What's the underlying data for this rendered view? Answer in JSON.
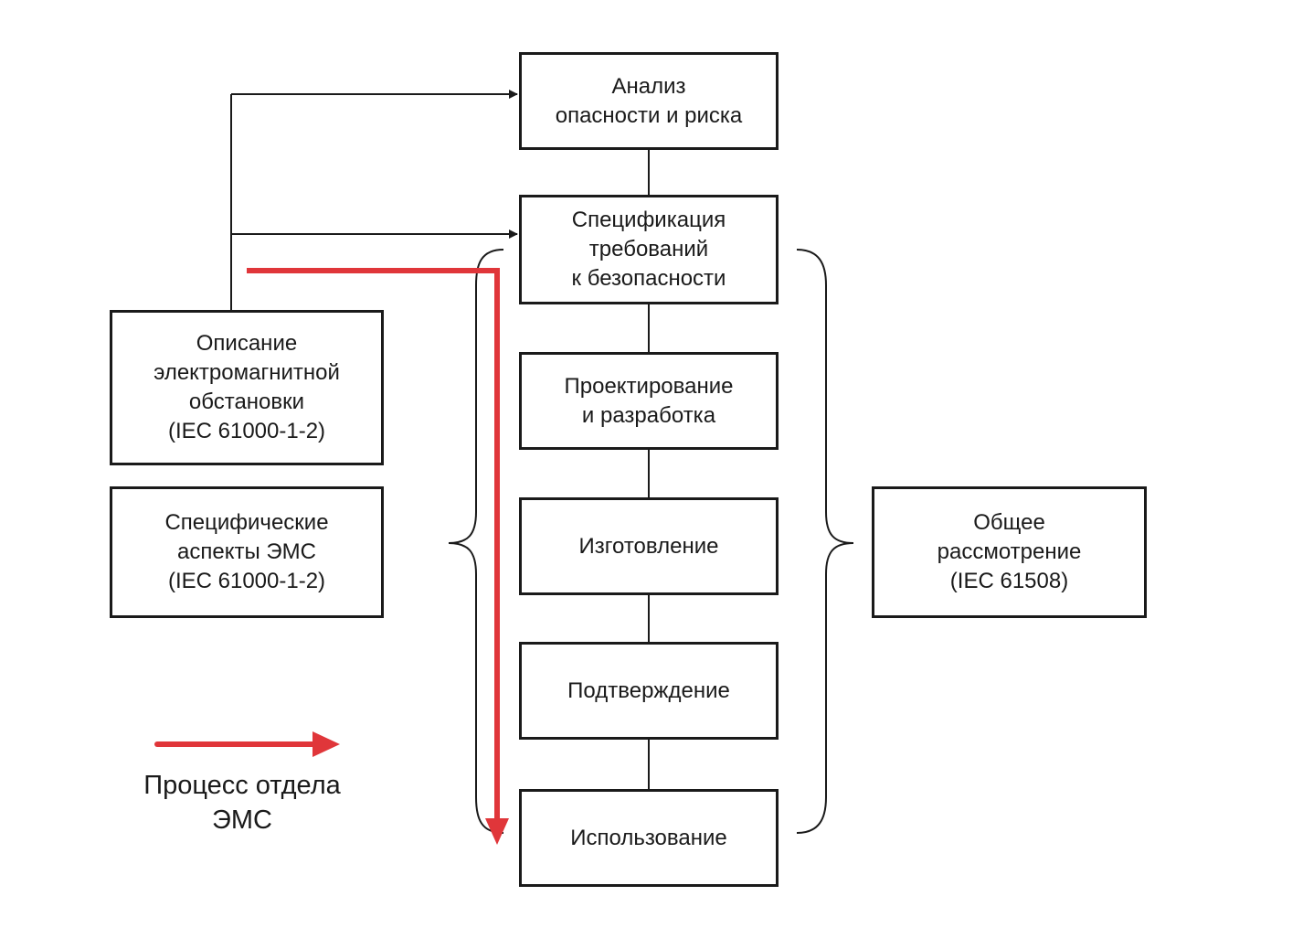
{
  "colors": {
    "line": "#1a1a1a",
    "accent": "#e0363a"
  },
  "lifecycle": {
    "analysis": [
      "Анализ",
      "опасности и риска"
    ],
    "specification": [
      "Спецификация",
      "требований",
      "к безопасности"
    ],
    "design": [
      "Проектирование",
      "и разработка"
    ],
    "manufacture": [
      "Изготовление"
    ],
    "validation": [
      "Подтверждение"
    ],
    "operation": [
      "Использование"
    ]
  },
  "inputs": {
    "em_environment": [
      "Описание",
      "электромагнитной",
      "обстановки",
      "(IEC 61000-1-2)"
    ],
    "emc_aspects": [
      "Специфические",
      "аспекты ЭМС",
      "(IEC 61000-1-2)"
    ],
    "general": [
      "Общее",
      "рассмотрение",
      "(IEC 61508)"
    ]
  },
  "legend": {
    "label_line1": "Процесс отдела",
    "label_line2": "ЭМС"
  }
}
